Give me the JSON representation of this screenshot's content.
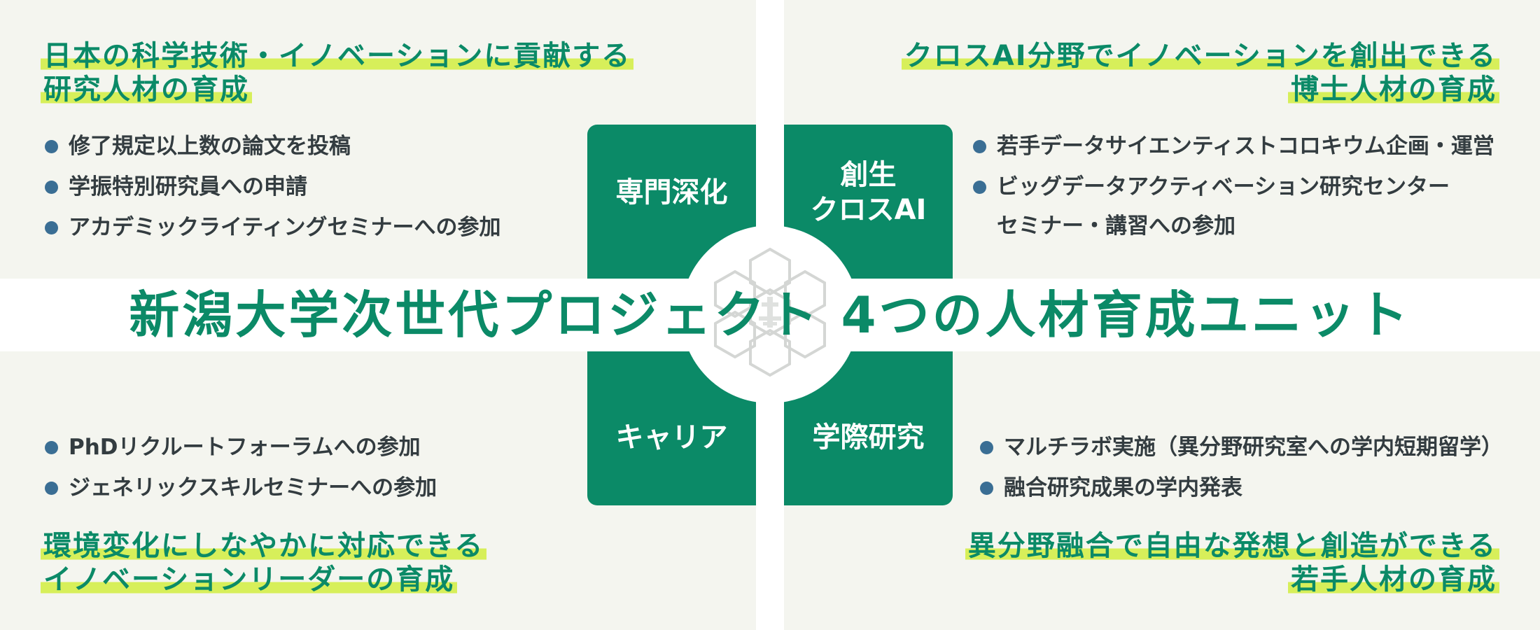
{
  "title": "新潟大学次世代プロジェクト 4つの人材育成ユニット",
  "units": {
    "top_left": "専門深化",
    "top_right_line1": "創生",
    "top_right_line2": "クロスAI",
    "bottom_left": "キャリア",
    "bottom_right": "学際研究"
  },
  "quadrants": {
    "top_left": {
      "goal_line1": "日本の科学技術・イノベーションに貢献する",
      "goal_line2": "研究人材の育成",
      "items": [
        "修了規定以上数の論文を投稿",
        "学振特別研究員への申請",
        "アカデミックライティングセミナーへの参加"
      ]
    },
    "top_right": {
      "goal_line1": "クロスAI分野でイノベーションを創出できる",
      "goal_line2": "博士人材の育成",
      "item1": "若手データサイエンティストコロキウム企画・運営",
      "item2_line1": "ビッグデータアクティベーション研究センター",
      "item2_line2": "セミナー・講習への参加"
    },
    "bottom_left": {
      "goal_line1": "環境変化にしなやかに対応できる",
      "goal_line2": "イノベーションリーダーの育成",
      "items": [
        "PhDリクルートフォーラムへの参加",
        "ジェネリックスキルセミナーへの参加"
      ]
    },
    "bottom_right": {
      "goal_line1": "異分野融合で自由な発想と創造ができる",
      "goal_line2": "若手人材の育成",
      "items": [
        "マルチラボ実施（異分野研究室への学内短期留学）",
        "融合研究成果の学内発表"
      ]
    }
  },
  "colors": {
    "green": "#0b8a67",
    "highlight": "#d7ef5a",
    "panel": "#f4f5ef",
    "bullet": "#3a6e94"
  },
  "logo_icon": "university-emblem-icon"
}
